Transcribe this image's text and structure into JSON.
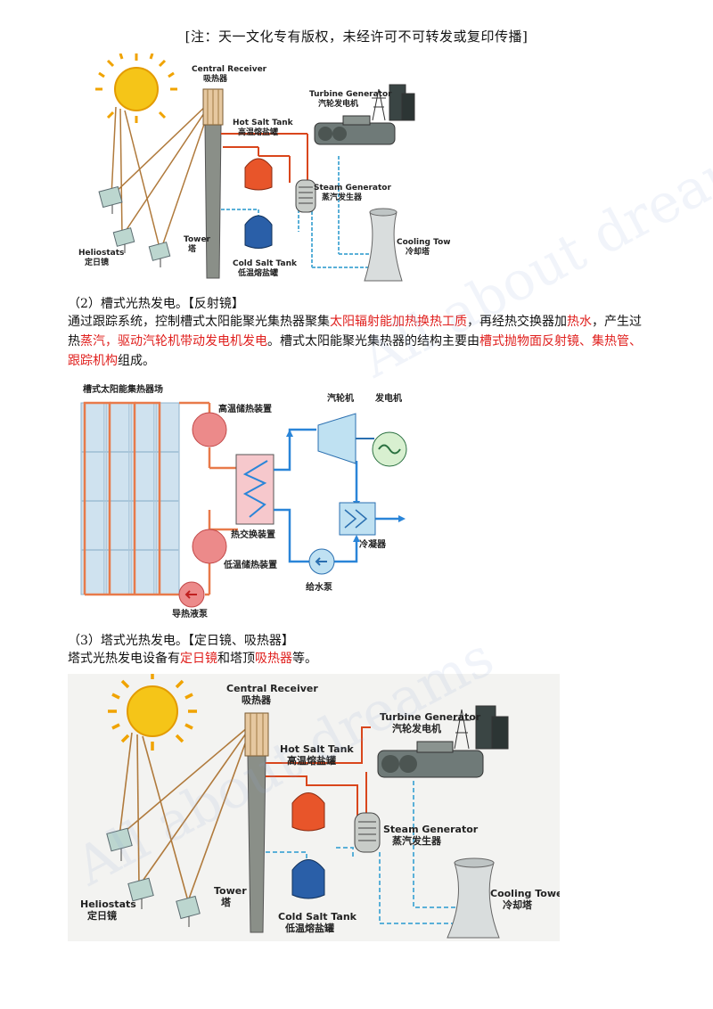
{
  "notice": "[注：天一文化专有版权，未经许可不可转发或复印传播]",
  "tower_diagram": {
    "central_receiver_en": "Central Receiver",
    "central_receiver_zh": "吸热器",
    "turbine_en": "Turbine Generator",
    "turbine_zh": "汽轮发电机",
    "hot_tank_en": "Hot Salt Tank",
    "hot_tank_zh": "高温熔盐罐",
    "steam_gen_en": "Steam Generator",
    "steam_gen_zh": "蒸汽发生器",
    "tower_en": "Tower",
    "tower_zh": "塔",
    "cold_tank_en": "Cold Salt Tank",
    "cold_tank_zh": "低温熔盐罐",
    "cooling_en": "Cooling Tower",
    "cooling_zh": "冷却塔",
    "heliostats_en": "Heliostats",
    "heliostats_zh": "定日镜"
  },
  "section2": {
    "heading": "（2）槽式光热发电。【反射镜】",
    "p1": "通过跟踪系统，控制槽式太阳能聚光集热器聚集",
    "p2": "太阳辐射能加热换热工质",
    "p3": "，再经热交换器加",
    "p4": "热水",
    "p5": "，产生过热",
    "p6": "蒸汽，驱动汽轮机带动发电机发电",
    "p7": "。槽式太阳能聚光集热器的结构主要由",
    "p8": "槽式抛物面反射镜、集热管、跟踪机构",
    "p9": "组成。"
  },
  "trough_diagram": {
    "field": "槽式太阳能集热器场",
    "hot_storage": "高温储热装置",
    "turbine": "汽轮机",
    "generator": "发电机",
    "heat_exchanger": "热交换装置",
    "condenser": "冷凝器",
    "cold_storage": "低温储热装置",
    "feed_pump": "给水泵",
    "oil_pump": "导热液泵"
  },
  "section3": {
    "heading": "（3）塔式光热发电。【定日镜、吸热器】",
    "p1": "塔式光热发电设备有",
    "p2": "定日镜",
    "p3": "和塔顶",
    "p4": "吸热器",
    "p5": "等。"
  },
  "watermark": "All about dreams",
  "colors": {
    "highlight": "#e0201e",
    "hot": "#e8552a",
    "cold": "#2a5fa8",
    "pipe_hot": "#d9461c",
    "pipe_cold": "#5ab0d8"
  }
}
